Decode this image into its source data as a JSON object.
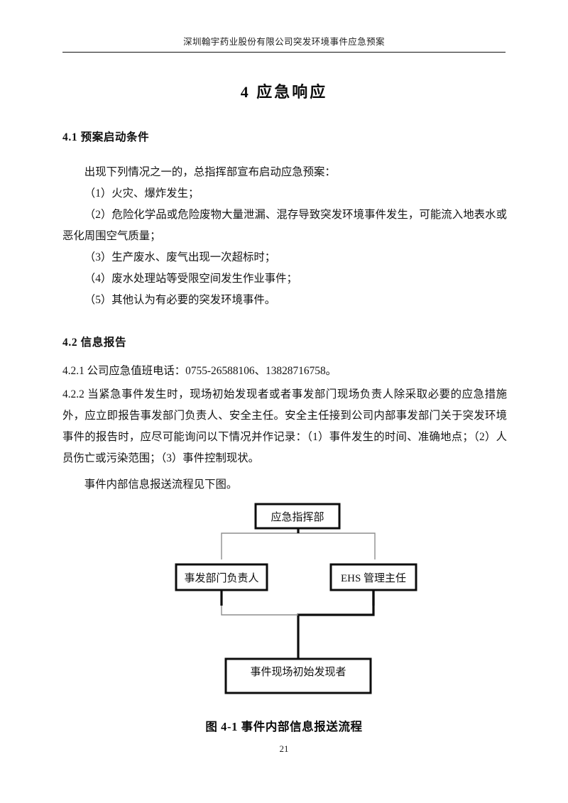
{
  "header": {
    "running_title": "深圳翰宇药业股份有限公司突发环境事件应急预案"
  },
  "document": {
    "title": "4  应急响应",
    "page_number": "21"
  },
  "sections": {
    "s41": {
      "heading": "4.1  预案启动条件",
      "intro": "出现下列情况之一的，总指挥部宣布启动应急预案：",
      "items": [
        "（1）火灾、爆炸发生；",
        "（2）危险化学品或危险废物大量泄漏、混存导致突发环境事件发生，可能流入地表水或恶化周围空气质量；",
        "（3）生产废水、废气出现一次超标时；",
        "（4）废水处理站等受限空间发生作业事件；",
        "（5）其他认为有必要的突发环境事件。"
      ]
    },
    "s42": {
      "heading": "4.2  信息报告",
      "p421": "4.2.1  公司应急值班电话：0755-26588106、13828716758。",
      "p422": "4.2.2 当紧急事件发生时，现场初始发现者或者事发部门现场负责人除采取必要的应急措施外，应立即报告事发部门负责人、安全主任。安全主任接到公司内部事发部门关于突发环境事件的报告时，应尽可能询问以下情况并作记录：（1）事件发生的时间、准确地点；（2）人员伤亡或污染范围；（3）事件控制现状。",
      "fig_ref": "事件内部信息报送流程见下图。"
    }
  },
  "figure": {
    "caption": "图 4-1 事件内部信息报送流程",
    "nodes": {
      "command_center": "应急指挥部",
      "department_head": "事发部门负责人",
      "ehs_director": "EHS 管理主任",
      "first_discoverer": "事件现场初始发现者"
    }
  }
}
